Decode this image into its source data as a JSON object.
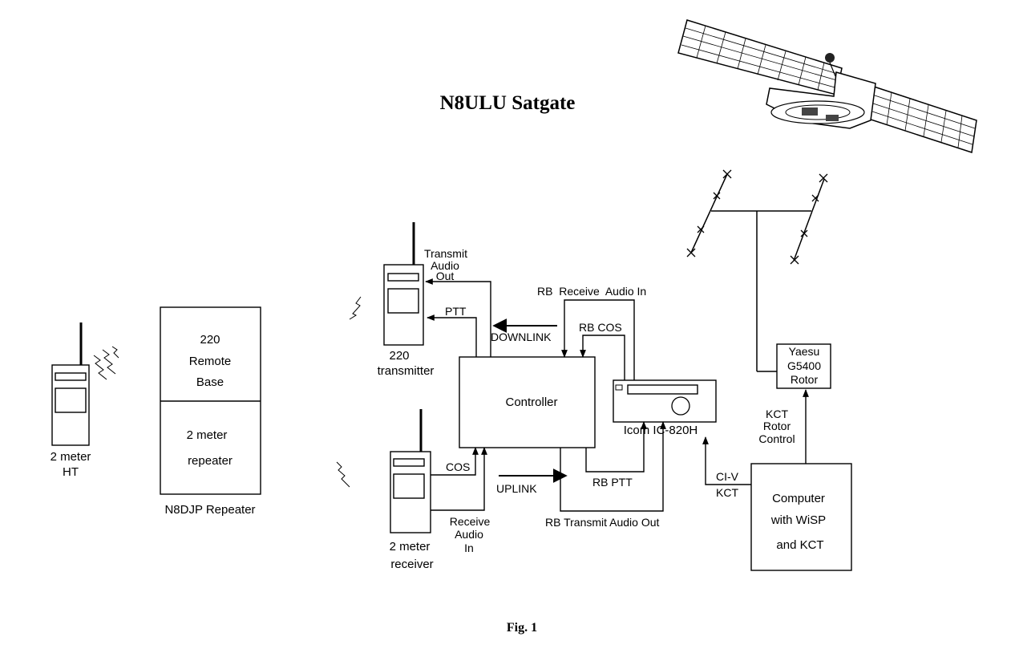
{
  "title": "N8ULU Satgate",
  "caption": "Fig. 1",
  "colors": {
    "ink": "#000000",
    "paper": "#ffffff"
  },
  "ht": {
    "label_line1": "2 meter",
    "label_line2": "HT"
  },
  "repeater": {
    "top_line1": "220",
    "top_line2": "Remote",
    "top_line3": "Base",
    "bottom_line1": "2 meter",
    "bottom_line2": "repeater",
    "caption": "N8DJP Repeater"
  },
  "transmitter": {
    "label_line1": "220",
    "label_line2": "transmitter"
  },
  "receiver": {
    "label_line1": "2 meter",
    "label_line2": "receiver"
  },
  "controller": {
    "label": "Controller"
  },
  "radio": {
    "label": "Icom IC-820H"
  },
  "rotor": {
    "line1": "Yaesu",
    "line2": "G5400",
    "line3": "Rotor"
  },
  "computer": {
    "line1": "Computer",
    "line2": "with WiSP",
    "line3": "and KCT"
  },
  "signals": {
    "transmit_audio_out_1": "Transmit",
    "transmit_audio_out_2": "Audio",
    "transmit_audio_out_3": "Out",
    "ptt": "PTT",
    "downlink": "DOWNLINK",
    "rb_receive_audio_in": "RB  Receive  Audio In",
    "rb_cos": "RB COS",
    "cos": "COS",
    "uplink": "UPLINK",
    "receive_audio_in_1": "Receive",
    "receive_audio_in_2": "Audio",
    "receive_audio_in_3": "In",
    "rb_ptt": "RB PTT",
    "rb_transmit_audio_out": "RB Transmit Audio Out",
    "civ_1": "CI-V",
    "civ_2": "KCT",
    "kct_rotor_1": "KCT",
    "kct_rotor_2": "Rotor",
    "kct_rotor_3": "Control"
  },
  "icons": [
    "satellite-icon",
    "antenna-array-icon",
    "handheld-radio-icon",
    "rf-signal-icon",
    "transceiver-icon"
  ]
}
